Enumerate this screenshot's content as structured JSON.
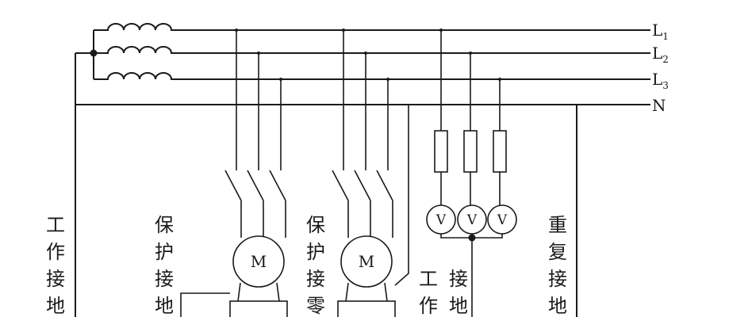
{
  "diagram": {
    "lines": {
      "l1": {
        "base": "L",
        "sub": "1"
      },
      "l2": {
        "base": "L",
        "sub": "2"
      },
      "l3": {
        "base": "L",
        "sub": "3"
      },
      "n": "N"
    },
    "motor_label": "M",
    "voltmeter_label": "V",
    "labels": {
      "working_ground": [
        "工",
        "作",
        "接",
        "地"
      ],
      "protective_ground": [
        "保",
        "护",
        "接",
        "地"
      ],
      "protective_neutral": [
        "保",
        "护",
        "接",
        "零"
      ],
      "working_ground_2": [
        "工",
        "作"
      ],
      "ground_2": [
        "接",
        "地"
      ],
      "repeated_ground": [
        "重",
        "复",
        "接",
        "地"
      ]
    }
  }
}
